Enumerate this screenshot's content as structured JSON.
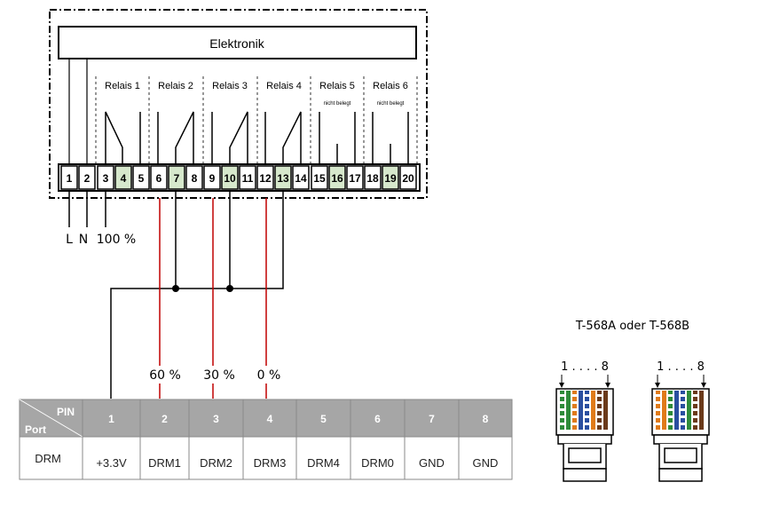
{
  "electronics_label": "Elektronik",
  "relays": [
    {
      "label": "Relais 1",
      "note": ""
    },
    {
      "label": "Relais 2",
      "note": ""
    },
    {
      "label": "Relais 3",
      "note": ""
    },
    {
      "label": "Relais 4",
      "note": ""
    },
    {
      "label": "Relais 5",
      "note": "nicht belegt"
    },
    {
      "label": "Relais 6",
      "note": "nicht belegt"
    }
  ],
  "terminals": [
    "1",
    "2",
    "3",
    "4",
    "5",
    "6",
    "7",
    "8",
    "9",
    "10",
    "11",
    "12",
    "13",
    "14",
    "15",
    "16",
    "17",
    "18",
    "19",
    "20"
  ],
  "wire_labels": {
    "L": "L",
    "N": "N",
    "full": "100 %"
  },
  "drm_percent_labels": [
    "60 %",
    "30 %",
    "0 %"
  ],
  "pin_table": {
    "corner_top": "PIN",
    "corner_bottom": "Port",
    "pins": [
      "1",
      "2",
      "3",
      "4",
      "5",
      "6",
      "7",
      "8"
    ],
    "row_label": "DRM",
    "values": [
      "+3.3V",
      "DRM1",
      "DRM2",
      "DRM3",
      "DRM4",
      "DRM0",
      "GND",
      "GND"
    ]
  },
  "connectors": {
    "title": "T-568A  oder  T-568B",
    "pin_range": "1 . . . . 8"
  },
  "colors": {
    "terminal_green": "#d6e8cc",
    "table_header": "#a6a6a6",
    "red_wire": "#c00000"
  }
}
